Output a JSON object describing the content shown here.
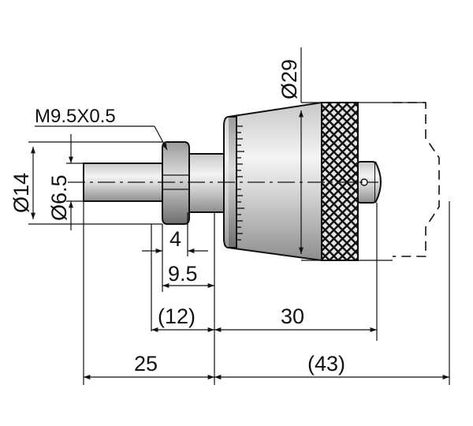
{
  "drawing": {
    "thread_label": "M9.5X0.5",
    "dim_ball_dia": "Ø29",
    "dim_spindle_outer": "Ø14",
    "dim_spindle_inner": "Ø6.5",
    "dim_nut_width": "4",
    "dim_nut_to_sleeve": "9.5",
    "dim_12": "(12)",
    "dim_30": "30",
    "dim_25": "25",
    "dim_43": "(43)"
  }
}
